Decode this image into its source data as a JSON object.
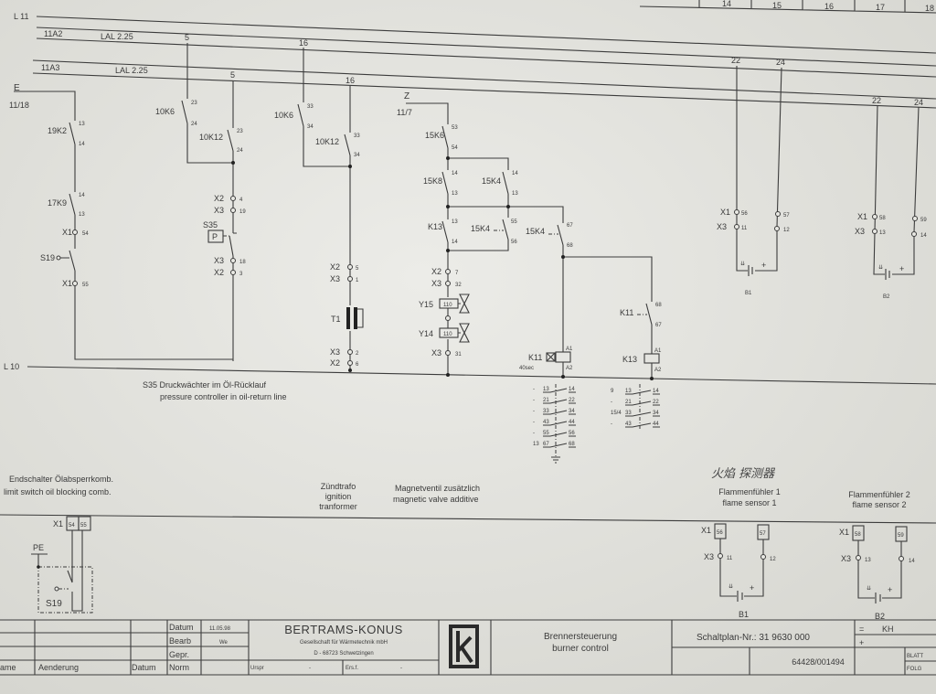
{
  "sheet_header": {
    "columns": [
      "14",
      "15",
      "16",
      "17",
      "18"
    ]
  },
  "buses": {
    "l11": "L 11",
    "a2": "11A2",
    "a2_rating": "LAL 2.25",
    "a3": "11A3",
    "a3_rating": "LAL 2.25",
    "l10": "L 10"
  },
  "circuit_e": {
    "input": "E",
    "ref": "11/18",
    "k19k2": "19K2",
    "k19k2_a": "13",
    "k19k2_b": "14",
    "k17k9": "17K9",
    "k17k9_a": "14",
    "k17k9_b": "13",
    "x1a": "X1",
    "x1a_n": "54",
    "s19": "S19",
    "x1b": "X1",
    "x1b_n": "55"
  },
  "circuit_5": {
    "bus_a": "5",
    "bus_b": "5",
    "k10k6": "10K6",
    "k10k6_a": "23",
    "k10k6_b": "24",
    "k10k12": "10K12",
    "k10k12_a": "23",
    "k10k12_b": "24",
    "x2a": "X2",
    "x2a_n": "4",
    "x3a": "X3",
    "x3a_n": "19",
    "s35": "S35",
    "p": "P",
    "x3b": "X3",
    "x3b_n": "18",
    "x2b": "X2",
    "x2b_n": "3"
  },
  "circuit_16": {
    "bus_a": "16",
    "bus_b": "16",
    "k10k6": "10K6",
    "k10k6_a": "33",
    "k10k6_b": "34",
    "k10k12": "10K12",
    "k10k12_a": "33",
    "k10k12_b": "34",
    "x2a": "X2",
    "x2a_n": "5",
    "x3a": "X3",
    "x3a_n": "1",
    "t1": "T1",
    "x3b": "X3",
    "x3b_n": "2",
    "x2b": "X2",
    "x2b_n": "6"
  },
  "circuit_z": {
    "input": "Z",
    "ref": "11/7",
    "k15k6": "15K6",
    "k15k6_a": "53",
    "k15k6_b": "54",
    "k15k8": "15K8",
    "k15k8_a": "14",
    "k15k8_b": "13",
    "k15k4a": "15K4",
    "k15k4a_a": "14",
    "k15k4a_b": "13",
    "k13": "K13",
    "k13_a": "13",
    "k13_b": "14",
    "k15k4b": "15K4",
    "k15k4b_a": "55",
    "k15k4b_b": "56",
    "k15k4c": "15K4",
    "k15k4c_a": "67",
    "k15k4c_b": "68",
    "x2": "X2",
    "x2_n": "7",
    "x3a": "X3",
    "x3a_n": "32",
    "y15": "Y15",
    "y15_v": "110",
    "y14": "Y14",
    "y14_v": "110",
    "x3b": "X3",
    "x3b_n": "31",
    "k11coil": "K11",
    "k11_time": "40sec",
    "a1": "A1",
    "a2": "A2",
    "k11contact": "K11",
    "k11c_a": "68",
    "k11c_b": "67",
    "k13coil": "K13",
    "k13a1": "A1",
    "k13a2": "A2"
  },
  "k11_contacts": [
    {
      "ref": "-",
      "a": "13",
      "b": "14"
    },
    {
      "ref": "-",
      "a": "21",
      "b": "22"
    },
    {
      "ref": "-",
      "a": "33",
      "b": "34"
    },
    {
      "ref": "-",
      "a": "43",
      "b": "44"
    },
    {
      "ref": "-",
      "a": "55",
      "b": "56"
    },
    {
      "ref": "13",
      "a": "67",
      "b": "68"
    }
  ],
  "k13_contacts": [
    {
      "ref": "9",
      "a": "13",
      "b": "14"
    },
    {
      "ref": "-",
      "a": "21",
      "b": "22"
    },
    {
      "ref": "15/4",
      "a": "33",
      "b": "34"
    },
    {
      "ref": "-",
      "a": "43",
      "b": "44"
    }
  ],
  "sensor1_top": {
    "bus_a": "22",
    "bus_b": "24",
    "x1": "X1",
    "x1_n": "56",
    "x1_m": "57",
    "x3": "X3",
    "x3_n": "11",
    "x3_m": "12",
    "plus": "+",
    "name": "B1"
  },
  "sensor2_top": {
    "bus_a": "22",
    "bus_b": "24",
    "x1": "X1",
    "x1_n": "58",
    "x1_m": "59",
    "x3": "X3",
    "x3_n": "13",
    "x3_m": "14",
    "plus": "+",
    "name": "B2"
  },
  "notes": {
    "s35_de": "S35   Druckwächter im Öl-Rücklauf",
    "s35_en": "pressure controller in oil-return line",
    "limit_de": "Endschalter Ölabsperrkomb.",
    "limit_en": "limit switch oil blocking comb.",
    "ign_de": "Zündtrafo",
    "ign_en1": "ignition",
    "ign_en2": "tranformer",
    "valve_de": "Magnetventil zusätzlich",
    "valve_en": "magnetic valve additive",
    "handwritten": "火焰 探测器",
    "fs1_de": "Flammenfühler 1",
    "fs1_en": "flame sensor 1",
    "fs2_de": "Flammenfühler 2",
    "fs2_en": "flame sensor 2"
  },
  "lower": {
    "x1": "X1",
    "t54": "54",
    "t55": "55",
    "pe": "PE",
    "s19": "S19",
    "b1": {
      "x1": "X1",
      "t1": "56",
      "t2": "57",
      "x3": "X3",
      "n1": "11",
      "n2": "12",
      "plus": "+",
      "name": "B1"
    },
    "b2": {
      "x1": "X1",
      "t1": "58",
      "t2": "59",
      "x3": "X3",
      "n1": "13",
      "n2": "14",
      "plus": "+",
      "name": "B2"
    }
  },
  "title_block": {
    "datum_label": "Datum",
    "datum": "11.05.98",
    "bearb_label": "Bearb",
    "bearb": "We",
    "gepr_label": "Gepr.",
    "col_name": "ame",
    "col_change": "Aenderung",
    "col_date": "Datum",
    "col_norm": "Norm",
    "urspr_label": "Urspr",
    "urspr": "-",
    "ersf_label": "Ers.f.",
    "ersf": "-",
    "company": "BERTRAMS-KONUS",
    "company_sub": "Gesellschaft für Wärmetechnik mbH",
    "company_addr": "D - 68723 Schwetzingen",
    "logo": "k",
    "title_de": "Brennersteuerung",
    "title_en": "burner control",
    "plan_no": "Schaltplan-Nr.: 31 9630 000",
    "order_no": "64428/001494",
    "eq": "=",
    "kh": "KH",
    "plus": "+",
    "blatt": "BLATT",
    "folg": "FOLG"
  }
}
